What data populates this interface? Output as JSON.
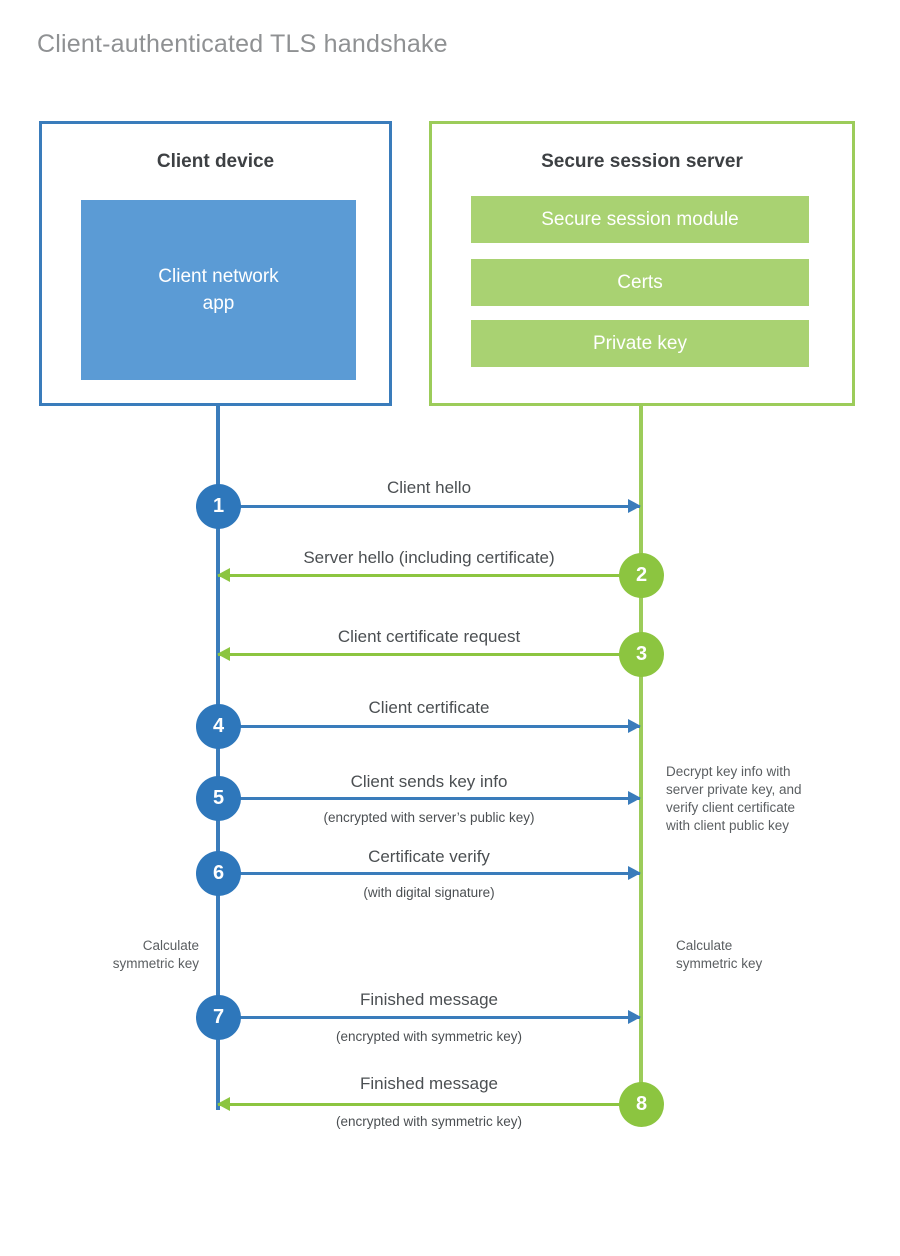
{
  "title": "Client-authenticated TLS handshake",
  "colors": {
    "client_blue": "#3a7cbb",
    "client_app_fill": "#5b9bd5",
    "client_circle": "#2e77bb",
    "server_green": "#9ccc5a",
    "server_bar_fill": "#a9d272",
    "server_arrow_green": "#8cc540",
    "title_gray": "#8f9193",
    "text_gray": "#4b4f52"
  },
  "client": {
    "title": "Client device",
    "app_label": "Client network\napp"
  },
  "server": {
    "title": "Secure session server",
    "bars": [
      {
        "label": "Secure session module"
      },
      {
        "label": "Certs"
      },
      {
        "label": "Private key"
      }
    ]
  },
  "annotations": {
    "client_calculate": "Calculate\nsymmetric key",
    "server_decrypt": "Decrypt key info with\nserver private key, and\nverify client certificate\nwith client public key",
    "server_calculate": "Calculate\nsymmetric key"
  },
  "steps": [
    {
      "number": "1",
      "label": "Client hello",
      "sublabel": "",
      "direction": "client-to-server"
    },
    {
      "number": "2",
      "label": "Server hello (including certificate)",
      "sublabel": "",
      "direction": "server-to-client"
    },
    {
      "number": "3",
      "label": "Client certificate request",
      "sublabel": "",
      "direction": "server-to-client"
    },
    {
      "number": "4",
      "label": "Client certificate",
      "sublabel": "",
      "direction": "client-to-server"
    },
    {
      "number": "5",
      "label": "Client sends key info",
      "sublabel": "(encrypted with server’s public key)",
      "direction": "client-to-server"
    },
    {
      "number": "6",
      "label": "Certificate verify",
      "sublabel": "(with digital signature)",
      "direction": "client-to-server"
    },
    {
      "number": "7",
      "label": "Finished message",
      "sublabel": "(encrypted with symmetric key)",
      "direction": "client-to-server"
    },
    {
      "number": "8",
      "label": "Finished message",
      "sublabel": "(encrypted with symmetric key)",
      "direction": "server-to-client"
    }
  ]
}
